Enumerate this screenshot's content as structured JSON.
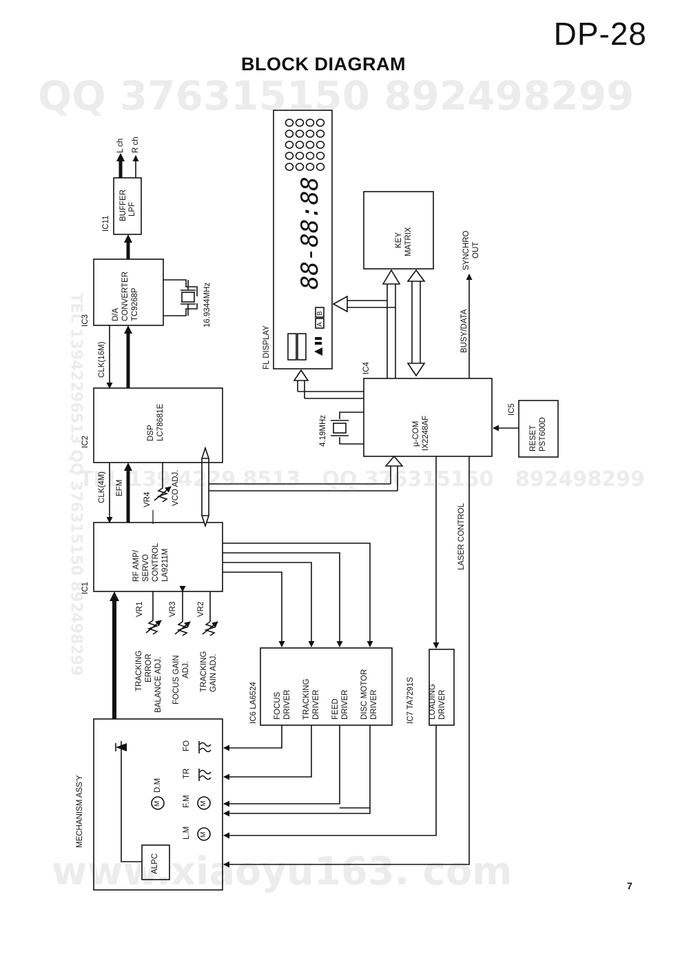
{
  "header": {
    "model": "DP-28",
    "title": "BLOCK DIAGRAM",
    "page_number": "7"
  },
  "watermarks": [
    "QQ 376315150   892498299",
    "TEL 13942296513 QQ 376315150 892498299",
    "www.xiaoyu163. com"
  ],
  "blocks": {
    "ic11": {
      "ref": "IC11",
      "name": "BUFFER",
      "sub": "LPF"
    },
    "ic3": {
      "ref": "IC3",
      "line1": "D/A",
      "line2": "CONVERTER",
      "part": "TC9268P"
    },
    "ic2": {
      "ref": "IC2",
      "name": "DSP",
      "part": "LC78681E"
    },
    "ic1": {
      "ref": "IC1",
      "line1": "RF AMP/",
      "line2": "SERVO",
      "line3": "CONTROL",
      "part": "LA9211M"
    },
    "mech": {
      "name": "MECHANISM ASS'Y",
      "alpc": "ALPC"
    },
    "ic6": {
      "ref": "IC6  LA6524",
      "focus1": "FOCUS",
      "focus2": "DRIVER",
      "track1": "TRACKING",
      "track2": "DRIVER",
      "feed1": "FEED",
      "feed2": "DRIVER",
      "disc1": "DISC MOTOR",
      "disc2": "DRIVER"
    },
    "ic7": {
      "ref": "IC7  TA7291S",
      "line1": "LOADING",
      "line2": "DRIVER"
    },
    "ic4": {
      "ref": "IC4",
      "name": "μ-COM",
      "part": "IX2248AF"
    },
    "ic5": {
      "ref": "IC5",
      "name": "RESET",
      "part": "PST600D"
    },
    "key": {
      "line1": "KEY",
      "line2": "MATRIX"
    },
    "fl": {
      "label": "FL  DISPLAY",
      "digits": "88-88:88",
      "seg_a": "A",
      "seg_b": "B"
    }
  },
  "signals": {
    "lch": "L ch",
    "rch": "R ch",
    "clk16": "CLK(16M)",
    "clk4": "CLK(4M)",
    "efm": "EFM",
    "xtal1": "16.9344MHz",
    "xtal2": "4.19MHz",
    "vr4": "VR4",
    "vco": "VCO  ADJ.",
    "vr1": "VR1",
    "vr3": "VR3",
    "vr2": "VR2",
    "te1": "TRACKING",
    "te2": "ERROR",
    "te3": "BALANCE ADJ.",
    "fg1": "FOCUS  GAIN",
    "fg2": "ADJ.",
    "tg1": "TRACKING",
    "tg2": "GAIN ADJ.",
    "busy": "BUSY/DATA",
    "sync1": "SYNCHRO",
    "sync2": "OUT",
    "laser": "LASER  CONTROL"
  },
  "mech_parts": {
    "dm": "D.M",
    "fm": "F.M",
    "lm": "L.M",
    "tr": "TR",
    "fo": "FO",
    "motor": "M"
  }
}
